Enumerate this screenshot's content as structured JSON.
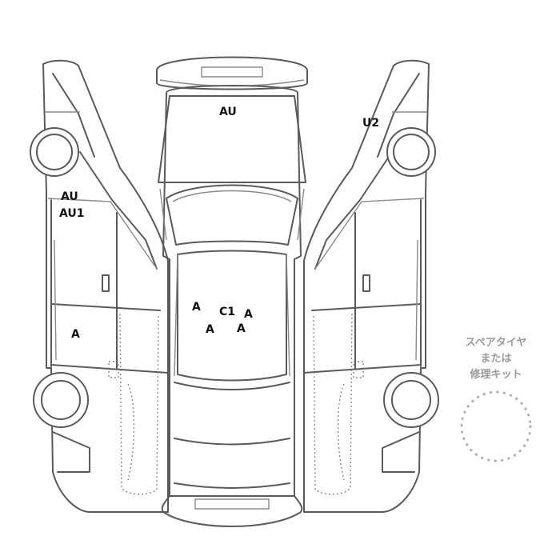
{
  "damage_marks": [
    {
      "id": "roof-au",
      "label": "AU"
    },
    {
      "id": "right-u2",
      "label": "U2"
    },
    {
      "id": "left-au",
      "label": "AU"
    },
    {
      "id": "left-au1",
      "label": "AU1"
    },
    {
      "id": "left-a",
      "label": "A"
    },
    {
      "id": "hood-a1",
      "label": "A"
    },
    {
      "id": "hood-c1",
      "label": "C1"
    },
    {
      "id": "hood-a2",
      "label": "A"
    },
    {
      "id": "hood-a3",
      "label": "A"
    },
    {
      "id": "hood-a4",
      "label": "A"
    }
  ],
  "spare_tire": {
    "lines": [
      "スペアタイヤ",
      "または",
      "修理キット"
    ]
  },
  "colors": {
    "outline": "#5a5a5a",
    "label": "#111111",
    "spare_label": "#9a9a9a"
  }
}
